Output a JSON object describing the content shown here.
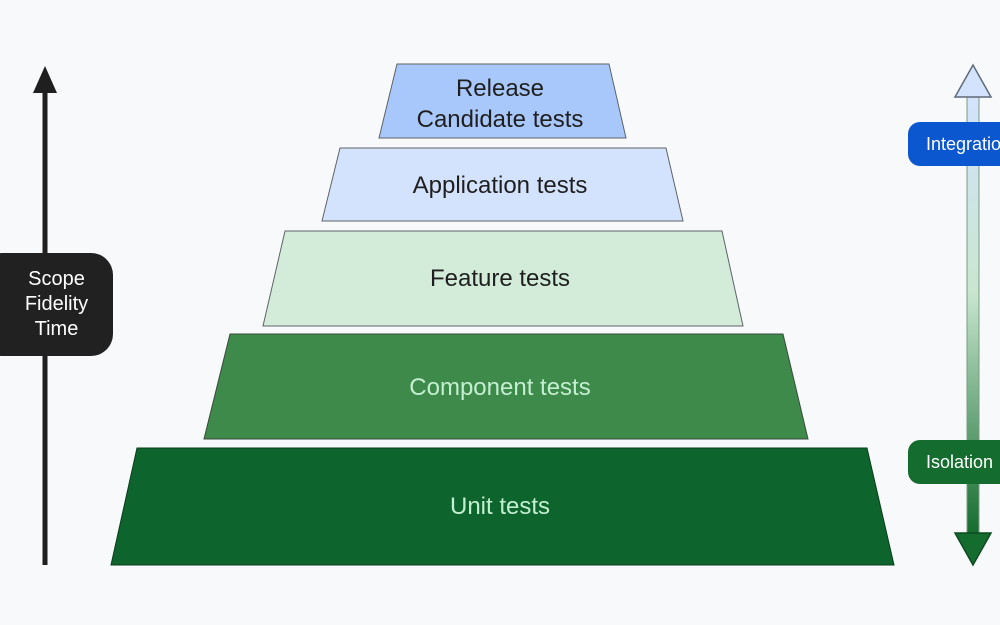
{
  "pyramid": {
    "tiers": [
      {
        "label_lines": [
          "Release",
          "Candidate tests"
        ],
        "fill": "#a8c7fa",
        "text_color": "#1f1f1f"
      },
      {
        "label_lines": [
          "Application tests"
        ],
        "fill": "#d3e3fd",
        "text_color": "#1f1f1f"
      },
      {
        "label_lines": [
          "Feature tests"
        ],
        "fill": "#d3ecd9",
        "text_color": "#1f1f1f"
      },
      {
        "label_lines": [
          "Component tests"
        ],
        "fill": "#3d8a4a",
        "text_color": "#c4eed0"
      },
      {
        "label_lines": [
          "Unit tests"
        ],
        "fill": "#0d652d",
        "text_color": "#c4eed0"
      }
    ]
  },
  "left_axis": {
    "lines": [
      "Scope",
      "Fidelity",
      "Time"
    ],
    "color": "#1f1f1f"
  },
  "right_axis": {
    "top_label": "Integration",
    "bottom_label": "Isolation",
    "top_color": "#0b57d0",
    "bottom_color": "#146c2e",
    "arrow_top_color": "#d3e3fd",
    "arrow_bottom_color": "#146c2e"
  }
}
